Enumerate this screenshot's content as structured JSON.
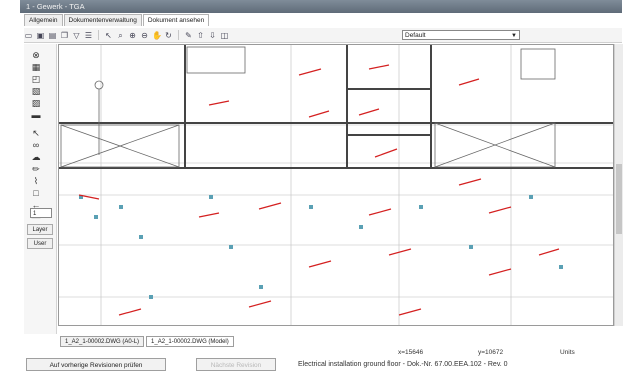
{
  "window": {
    "title": "1 - Gewerk - TGA"
  },
  "tabs": [
    {
      "label": "Allgemein",
      "active": false
    },
    {
      "label": "Dokumentenverwaltung",
      "active": false
    },
    {
      "label": "Dokument ansehen",
      "active": true
    }
  ],
  "toolbar": {
    "layer_selected": "Default"
  },
  "left_tools": {
    "zoom_value": "1",
    "layer_label": "Layer",
    "user_label": "User"
  },
  "layout_tabs": [
    {
      "label": "1_A2_1-00002.DWG (A0-L)",
      "active": false
    },
    {
      "label": "1_A2_1-00002.DWG (Model)",
      "active": true
    }
  ],
  "status": {
    "x_coord": "x=15646",
    "y_coord": "y=10672",
    "units": "Units"
  },
  "buttons": {
    "check_revisions": "Auf vorherige Revisionen prüfen",
    "disabled_action": "Nächste Revision"
  },
  "document_info": "Electrical installation ground floor - Dok.-Nr. 67.00.EEA.102 - Rev. 0",
  "colors": {
    "titlebar": "#6b7784",
    "red_lines": "#d42020",
    "wall": "#444444"
  }
}
